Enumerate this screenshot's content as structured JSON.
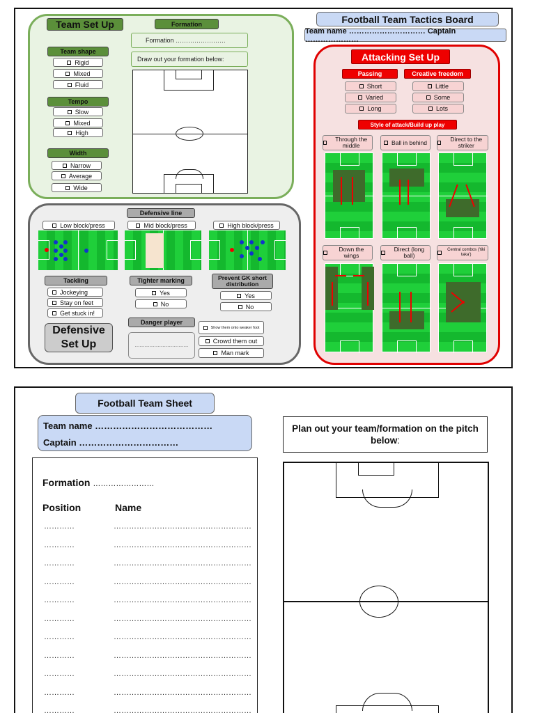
{
  "board": {
    "title": "Football Team Tactics Board",
    "team_captain": "Team name ………………………… Captain …………………",
    "team_setup": {
      "title": "Team Set Up",
      "formation_header": "Formation",
      "formation_field": "Formation ……………………",
      "draw_label": "Draw out your formation below:",
      "team_shape": {
        "label": "Team shape",
        "options": [
          "Rigid",
          "Mixed",
          "Fluid"
        ]
      },
      "tempo": {
        "label": "Tempo",
        "options": [
          "Slow",
          "Mixed",
          "High"
        ]
      },
      "width": {
        "label": "Width",
        "options": [
          "Narrow",
          "Average",
          "Wide"
        ]
      }
    },
    "attacking": {
      "title": "Attacking Set Up",
      "passing": {
        "label": "Passing",
        "options": [
          "Short",
          "Varied",
          "Long"
        ]
      },
      "creative": {
        "label": "Creative freedom",
        "options": [
          "Little",
          "Some",
          "Lots"
        ]
      },
      "style_label": "Style of attack/Build up play",
      "styles": [
        "Through the middle",
        "Ball in behind",
        "Direct to the striker",
        "Down the wings",
        "Direct (long ball)",
        "Central combos ('tiki taka')"
      ]
    },
    "defensive": {
      "title": "Defensive Set Up",
      "line_label": "Defensive line",
      "lines": [
        "Low block/press",
        "Mid block/press",
        "High block/press"
      ],
      "tackling": {
        "label": "Tackling",
        "options": [
          "Jockeying",
          "Stay on feet",
          "Get stuck in!"
        ]
      },
      "tighter": {
        "label": "Tighter marking",
        "options": [
          "Yes",
          "No"
        ]
      },
      "gk": {
        "label": "Prevent GK short distribution",
        "options": [
          "Yes",
          "No"
        ]
      },
      "danger": {
        "label": "Danger player",
        "field": "……………………………",
        "options": [
          "Show them onto weaker foot",
          "Crowd them out",
          "Man mark"
        ]
      }
    }
  },
  "sheet": {
    "title": "Football Team Sheet",
    "team_name": "Team name …………………………………",
    "captain": "Captain ……………………………",
    "formation_label": "Formation",
    "formation_dots": "……………………",
    "position_header": "Position",
    "name_header": "Name",
    "row_pos": "…………",
    "row_name": "………………………………………………",
    "plan_text": "Plan out your team/formation on the pitch below",
    "plan_colon": ":"
  },
  "colors": {
    "green_panel": "#e9f3e3",
    "green_border": "#7aae5a",
    "red_panel": "#f6e1e1",
    "red_border": "#e00000",
    "grey_panel": "#eeeeee",
    "blue": "#c9d9f5"
  }
}
